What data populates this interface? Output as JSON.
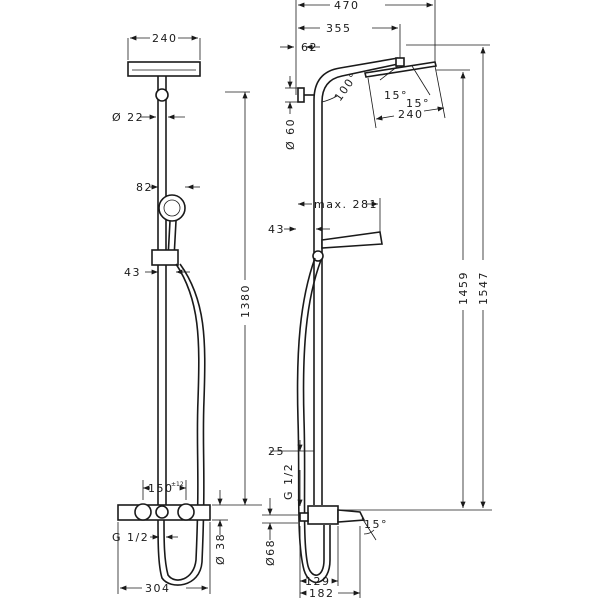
{
  "left_view": {
    "head_width": "240",
    "pole_diameter": "Ø 22",
    "handshower_width": "82",
    "slider_offset": "43",
    "height_1380": "1380",
    "thermostat_spacing": "150",
    "thermostat_spacing_tolerance": "±12",
    "connection_thread": "G 1/2",
    "thermostat_diameter": "Ø 38",
    "thermostat_width": "304"
  },
  "right_view": {
    "total_depth": "470",
    "arm_reach": "355",
    "wall_offset": "62",
    "arm_angle": "100°",
    "head_tilt_left": "15°",
    "head_tilt_right": "15°",
    "head_width": "240",
    "bracket_diameter": "Ø 60",
    "handshower_reach": "max. 281",
    "slider_offset": "43",
    "head_height": "1459",
    "total_height": "1547",
    "bottom_offset": "25",
    "connection_thread": "G 1/2",
    "spout_diameter": "Ø68",
    "spout_angle": "15°",
    "spout_depth_1": "129",
    "spout_depth_2": "182"
  }
}
